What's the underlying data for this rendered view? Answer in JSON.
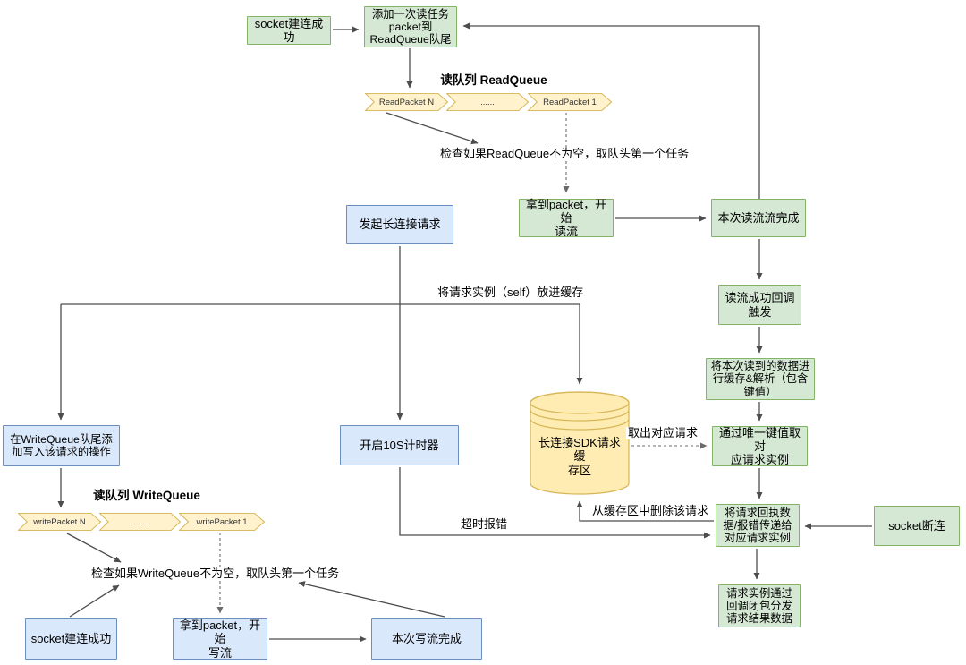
{
  "diagram": {
    "nodes": {
      "socket_connect_top": "socket建连成功",
      "add_read_task": "添加一次读任务\npacket到\nReadQueue队尾",
      "get_packet_read": "拿到packet，开始\n读流",
      "read_done": "本次读流流完成",
      "start_request": "发起长连接请求",
      "read_callback": "读流成功回调\n触发",
      "parse_data": "将本次读到的数据进\n行缓存&解析（包含\n键值）",
      "get_instance": "通过唯一键值取对\n应请求实例",
      "cache_cylinder": "长连接SDK请求缓\n存区",
      "write_queue_add": "在WriteQueue队尾添\n加写入该请求的操作",
      "start_timer": "开启10S计时器",
      "reply_pass": "将请求回执数\n据/报错传递给\n对应请求实例",
      "socket_disconnect": "socket断连",
      "dispatch_result": "请求实例通过\n回调闭包分发\n请求结果数据",
      "socket_connect_bottom": "socket建连成功",
      "get_packet_write": "拿到packet，开始\n写流",
      "write_done": "本次写流完成"
    },
    "labels": {
      "read_queue_title": "读队列 ReadQueue",
      "write_queue_title": "读队列 WriteQueue",
      "check_read": "检查如果ReadQueue不为空，取队头第一个任务",
      "check_write": "检查如果WriteQueue不为空，取队头第一个任务",
      "cache_put": "将请求实例（self）放进缓存",
      "fetch_request": "取出对应请求",
      "delete_request": "从缓存区中删除该请求",
      "timeout": "超时报错"
    },
    "queues": {
      "read_items": [
        "ReadPacket N",
        "......",
        "ReadPacket 1"
      ],
      "write_items": [
        "writePacket N",
        "......",
        "writePacket 1"
      ]
    },
    "colors": {
      "green_fill": "#d5e8d4",
      "green_border": "#82b366",
      "blue_fill": "#dae8fc",
      "blue_border": "#6c8ebf",
      "yellow_fill": "#fff2cc",
      "yellow_border": "#d6b656",
      "cylinder_fill": "#ffecb3",
      "line": "#4d4d4d"
    }
  }
}
